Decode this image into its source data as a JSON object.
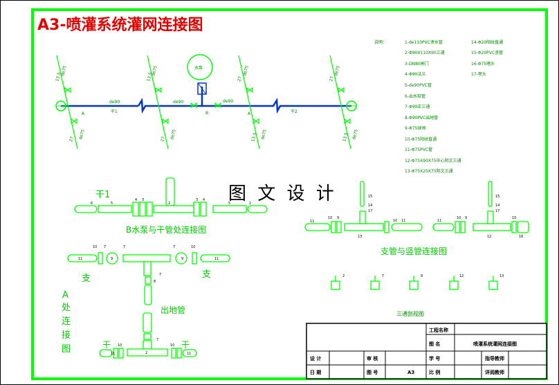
{
  "title": "A3-喷灌系统灌网连接图",
  "watermark": "图 文 设 计",
  "legend": {
    "header": "说明：",
    "items_left": [
      "1-de110PVC泄水管",
      "2-Φ90X110X90三通",
      "3-DN80闸门",
      "4-Φ90法兰",
      "5-de90PVC管",
      "6-出水软管",
      "7-Φ90正三通",
      "8-Φ90PVC出地管",
      "9-Φ75球阀",
      "10-Φ75阳纹直通",
      "11-Φ75PVC管",
      "12-Φ75X90X75中心阴文三通",
      "13-Φ75X20X75阴文三通"
    ],
    "items_right": [
      "14-Φ20阳纹直通",
      "15-Φ20PVC竖管",
      "16-Φ75堵头",
      "17-喷头"
    ]
  },
  "plan": {
    "pump_label": "水泵",
    "pipe_labels": [
      "de90",
      "de90",
      "de90"
    ],
    "main_labels": [
      "干1",
      "干2"
    ],
    "node_labels": [
      "A",
      "A",
      "B"
    ],
    "branch_labels": [
      "de75",
      "de75",
      "de75",
      "de75",
      "de75",
      "de75",
      "de75",
      "de75"
    ],
    "branch_sizes": [
      "13.5",
      "13.5",
      "27",
      "27",
      "27",
      "27",
      "13.5",
      "13.5"
    ]
  },
  "details": {
    "b_caption": "B水泵与干管处连接图",
    "gan1": "干1",
    "branch_caption": "支管与竖管连接图",
    "zhi_left": "支",
    "zhi_right": "支",
    "outlet": "出地管",
    "a_vertical": [
      "A",
      "处",
      "连",
      "接",
      "图"
    ],
    "gan_left": "干",
    "gan_right": "干",
    "tee_caption": "三通剖视图"
  },
  "title_block": {
    "project_name": "工程名称",
    "drawing_name_label": "图 名",
    "drawing_name": "喷灌系统灌网连接图",
    "design": "设 计",
    "review": "审 核",
    "student_id": "学 号",
    "advisor": "指导教师",
    "date": "日 期",
    "drawing_no": "图 号",
    "sheet": "A3",
    "scale": "比 例",
    "reviewer": "评阅教师"
  }
}
